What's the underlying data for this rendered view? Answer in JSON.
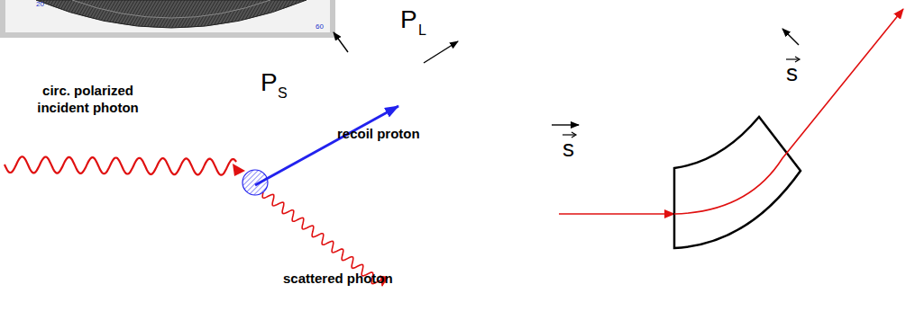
{
  "diagram": {
    "labels": [
      "20",
      "60",
      "P",
      "L",
      "P",
      "S",
      "circ. polarized incident photon",
      "recoil proton",
      "scattered photon",
      "s",
      "s"
    ]
  }
}
